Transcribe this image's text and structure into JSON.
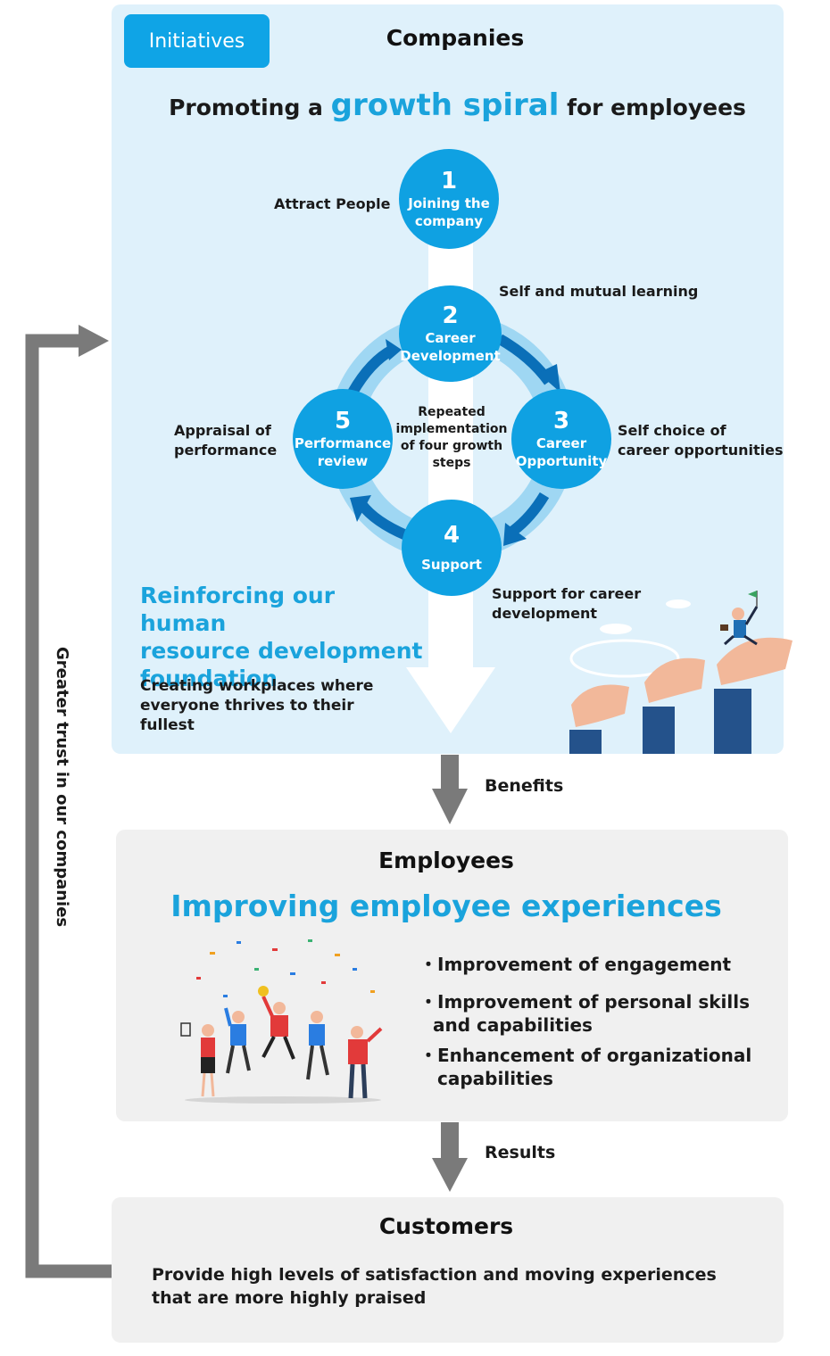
{
  "companies": {
    "tag": "Initiatives",
    "title": "Companies",
    "subtitle_pre": "Promoting a ",
    "subtitle_highlight": "growth spiral",
    "subtitle_post": " for employees",
    "center_text": [
      "Repeated",
      "implementation",
      "of four growth",
      "steps"
    ],
    "steps": [
      {
        "num": "1",
        "label": [
          "Joining the",
          "company"
        ],
        "side": [
          "Attract People"
        ]
      },
      {
        "num": "2",
        "label": [
          "Career",
          "Development"
        ],
        "side": [
          "Self and mutual learning"
        ]
      },
      {
        "num": "3",
        "label": [
          "Career",
          "Opportunity"
        ],
        "side": [
          "Self choice of",
          "career opportunities"
        ]
      },
      {
        "num": "4",
        "label": [
          "Support"
        ],
        "side": [
          "Support for career",
          "development"
        ]
      },
      {
        "num": "5",
        "label": [
          "Performance",
          "review"
        ],
        "side": [
          "Appraisal of",
          "performance"
        ]
      }
    ],
    "foundation_title": [
      "Reinforcing our human",
      "resource development",
      "foundation"
    ],
    "foundation_desc": [
      "Creating workplaces where",
      "everyone thrives to their",
      "fullest"
    ]
  },
  "flow": {
    "benefits": "Benefits",
    "results": "Results",
    "loop_label": "Greater trust in our companies"
  },
  "employees": {
    "title": "Employees",
    "subtitle": "Improving employee experiences",
    "bullets": [
      [
        "・Improvement of engagement"
      ],
      [
        "・Improvement of personal skills",
        "and capabilities"
      ],
      [
        "・Enhancement of organizational",
        "capabilities"
      ]
    ]
  },
  "customers": {
    "title": "Customers",
    "desc": [
      "Provide high levels of satisfaction and moving experiences",
      "that are more highly praised"
    ]
  },
  "colors": {
    "accent_blue": "#0fa1e2",
    "dark_blue": "#0a6fb8",
    "ring_blue": "#9fd7f3",
    "panel_blue": "#dff1fb",
    "panel_grey": "#f0f0f0",
    "arrow_grey": "#7a7a7a"
  }
}
